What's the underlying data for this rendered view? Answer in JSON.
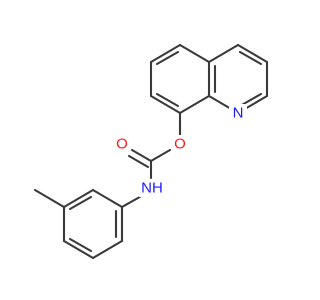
{
  "molecule": {
    "atoms": {
      "ring_n": {
        "symbol": "N",
        "color": "#1a1aff"
      },
      "ester_o": {
        "symbol": "O",
        "color": "#ff1a1a"
      },
      "carbonyl_o": {
        "symbol": "O",
        "color": "#ff1a1a"
      },
      "amide_nh": {
        "symbol": "NH",
        "color": "#1a1aff"
      }
    },
    "bond_color": "#3a3a3a"
  }
}
